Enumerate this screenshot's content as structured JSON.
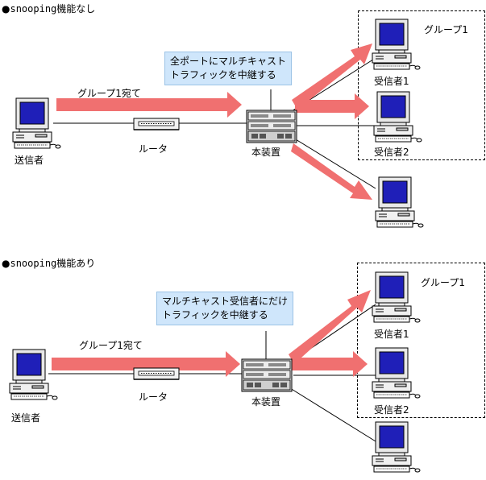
{
  "panels": [
    {
      "heading_marker": "●",
      "heading_mono": "snooping",
      "heading_rest": "機能なし",
      "callout_line1": "全ポートにマルチキャスト",
      "callout_line2": "トラフィックを中継する",
      "flow_label": "グループ1宛て",
      "sender_label": "送信者",
      "router_label": "ルータ",
      "device_label": "本装置",
      "group_label": "グループ1",
      "receiver1_label": "受信者1",
      "receiver2_label": "受信者2"
    },
    {
      "heading_marker": "●",
      "heading_mono": "snooping",
      "heading_rest": "機能あり",
      "callout_line1": "マルチキャスト受信者にだけ",
      "callout_line2": "トラフィックを中継する",
      "flow_label": "グループ1宛て",
      "sender_label": "送信者",
      "router_label": "ルータ",
      "device_label": "本装置",
      "group_label": "グループ1",
      "receiver1_label": "受信者1",
      "receiver2_label": "受信者2"
    }
  ],
  "colors": {
    "arrow": "#f07070",
    "callout_bg": "#cfe6fb",
    "screen": "#1f1fb8"
  },
  "icons": [
    "pc-icon",
    "router-icon",
    "switch-device-icon"
  ]
}
